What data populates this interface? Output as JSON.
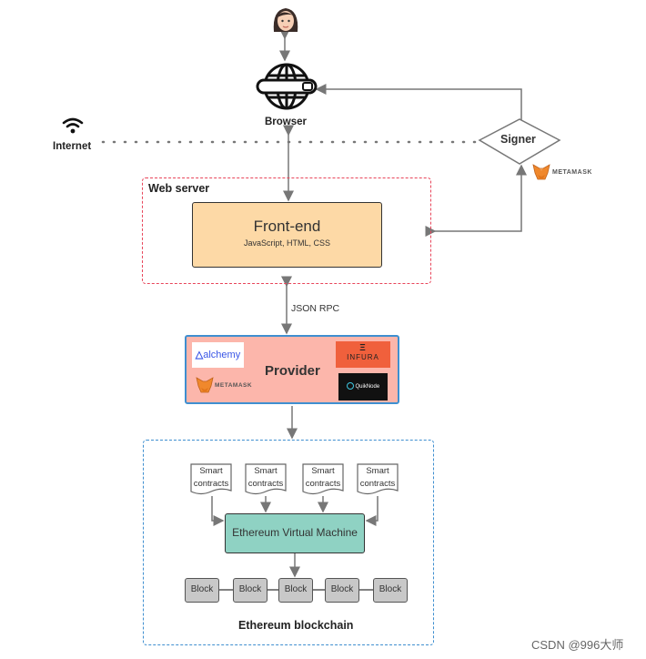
{
  "user": {
    "icon": "woman-face-icon"
  },
  "browser": {
    "label": "Browser",
    "icon": "globe-icon"
  },
  "internet": {
    "label": "Internet",
    "icon": "wifi-icon"
  },
  "signer": {
    "label": "Signer",
    "wallet": "METAMASK"
  },
  "web_server": {
    "label": "Web server"
  },
  "frontend": {
    "title": "Front-end",
    "subtitle": "JavaScript, HTML, CSS"
  },
  "rpc": {
    "label": "JSON RPC"
  },
  "provider": {
    "label": "Provider",
    "logos": {
      "alchemy": "alchemy",
      "infura": "INFURA",
      "metamask": "METAMASK",
      "quicknode": "QuikNode"
    }
  },
  "blockchain": {
    "label": "Ethereum blockchain",
    "contracts": [
      {
        "line1": "Smart",
        "line2": "contracts"
      },
      {
        "line1": "Smart",
        "line2": "contracts"
      },
      {
        "line1": "Smart",
        "line2": "contracts"
      },
      {
        "line1": "Smart",
        "line2": "contracts"
      }
    ],
    "evm": "Ethereum Virtual Machine",
    "blocks": [
      "Block",
      "Block",
      "Block",
      "Block",
      "Block"
    ]
  },
  "watermark": "CSDN @996大师",
  "colors": {
    "frontend": "#fdd9a6",
    "provider": "#fcb6ab",
    "evm": "#8fd2c3",
    "block": "#c8c8c8",
    "web_server_border": "#e8455a",
    "blockchain_border": "#3f8fd0"
  }
}
